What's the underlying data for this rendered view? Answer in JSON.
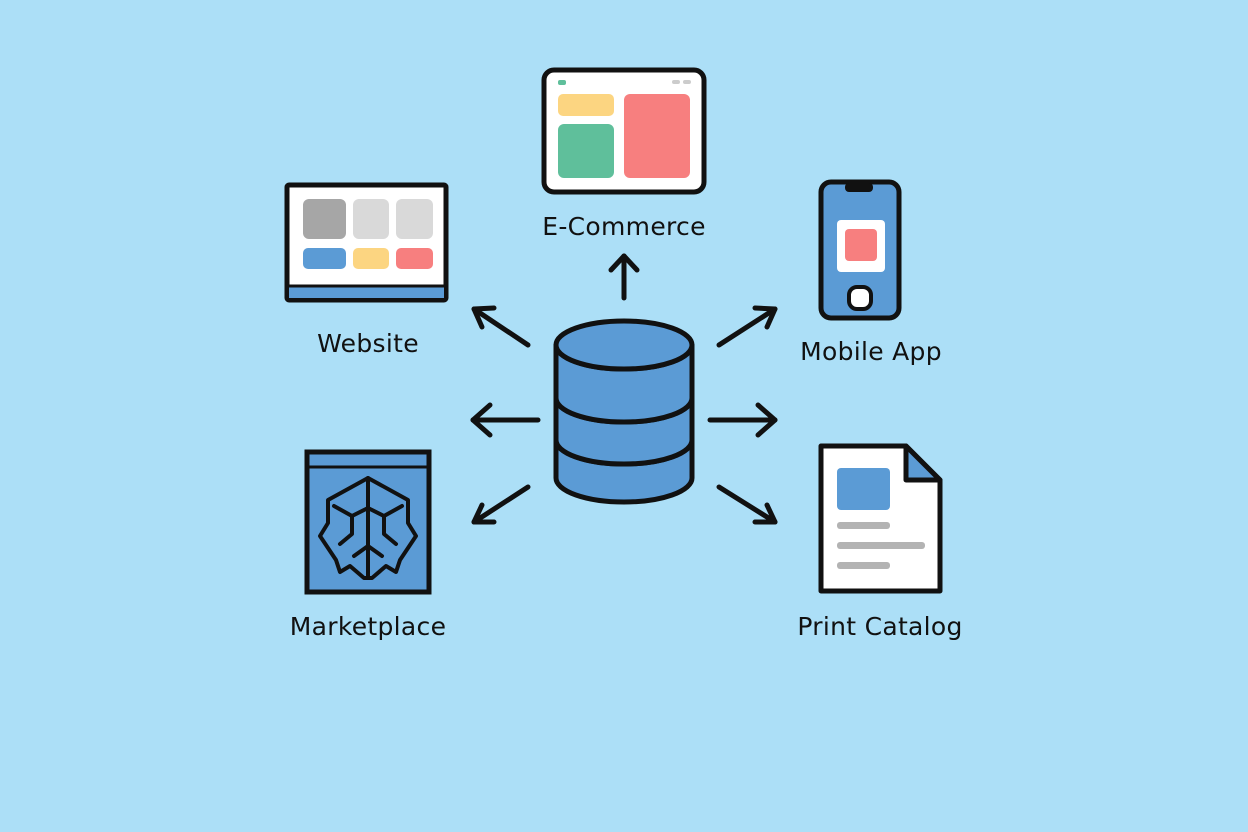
{
  "diagram": {
    "hub": {
      "icon": "database-icon"
    },
    "nodes": {
      "ecommerce": {
        "label": "E-Commerce",
        "icon": "ecommerce-browser-icon"
      },
      "website": {
        "label": "Website",
        "icon": "website-monitor-icon"
      },
      "mobile_app": {
        "label": "Mobile App",
        "icon": "smartphone-icon"
      },
      "marketplace": {
        "label": "Marketplace",
        "icon": "marketplace-icon"
      },
      "print_catalog": {
        "label": "Print Catalog",
        "icon": "document-icon"
      }
    },
    "colors": {
      "background": "#acdff7",
      "primary_blue": "#5b9bd5",
      "outline": "#111111",
      "red": "#f77f7f",
      "yellow": "#fcd581",
      "green": "#5fbf9b",
      "gray": "#a6a6a6",
      "light_gray": "#d9d9d9"
    }
  }
}
